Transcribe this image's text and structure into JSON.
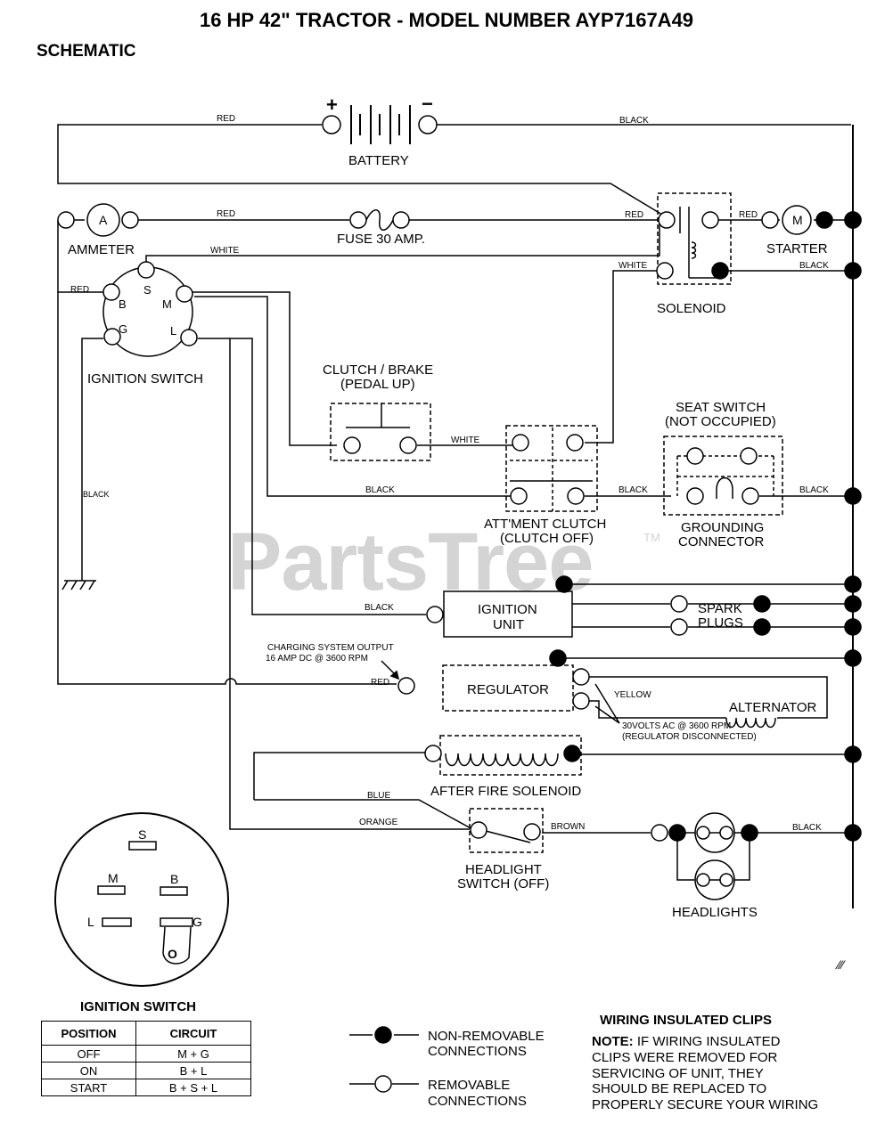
{
  "title": "16 HP 42\" TRACTOR - MODEL NUMBER AYP7167A49",
  "subtitle": "SCHEMATIC",
  "watermark": "PartsTree",
  "watermark_tm": "TM",
  "labels": {
    "battery": "BATTERY",
    "plus": "+",
    "minus": "−",
    "ammeter": "AMMETER",
    "ammeter_a": "A",
    "fuse": "FUSE 30 AMP.",
    "starter": "STARTER",
    "starter_m": "M",
    "solenoid": "SOLENOID",
    "ignition_switch": "IGNITION SWITCH",
    "term_s": "S",
    "term_b": "B",
    "term_m": "M",
    "term_g": "G",
    "term_l": "L",
    "clutch_brake_1": "CLUTCH / BRAKE",
    "clutch_brake_2": "(PEDAL UP)",
    "seat_switch_1": "SEAT SWITCH",
    "seat_switch_2": "(NOT OCCUPIED)",
    "attment_clutch_1": "ATT'MENT CLUTCH",
    "attment_clutch_2": "(CLUTCH OFF)",
    "grounding_1": "GROUNDING",
    "grounding_2": "CONNECTOR",
    "ignition_unit_1": "IGNITION",
    "ignition_unit_2": "UNIT",
    "spark_1": "SPARK",
    "spark_2": "PLUGS",
    "charging_1": "CHARGING SYSTEM OUTPUT",
    "charging_2": "16 AMP DC @ 3600 RPM",
    "regulator": "REGULATOR",
    "alternator": "ALTERNATOR",
    "alt_note_1": "30VOLTS AC @ 3600 RPM",
    "alt_note_2": "(REGULATOR DISCONNECTED)",
    "after_fire": "AFTER FIRE SOLENOID",
    "headlight_switch_1": "HEADLIGHT",
    "headlight_switch_2": "SWITCH (OFF)",
    "headlights": "HEADLIGHTS",
    "wm_mark": "⁄⁄⁄"
  },
  "wires": {
    "red_top": "RED",
    "black_top": "BLACK",
    "red_fuse": "RED",
    "red_sol": "RED",
    "red_starter": "RED",
    "white_sw": "WHITE",
    "white_sol": "WHITE",
    "black_starter": "BLACK",
    "red_b": "RED",
    "white_clutch": "WHITE",
    "black_att": "BLACK",
    "black_att2": "BLACK",
    "black_seat": "BLACK",
    "black_left": "BLACK",
    "black_ign": "BLACK",
    "red_reg": "RED",
    "yellow": "YELLOW",
    "blue": "BLUE",
    "orange": "ORANGE",
    "brown": "BROWN",
    "black_hl": "BLACK"
  },
  "switch_face": {
    "s": "S",
    "m": "M",
    "b": "B",
    "l": "L",
    "g": "G",
    "o": "O"
  },
  "position_table": {
    "title": "IGNITION SWITCH",
    "headers": [
      "POSITION",
      "CIRCUIT"
    ],
    "rows": [
      [
        "OFF",
        "M + G"
      ],
      [
        "ON",
        "B + L"
      ],
      [
        "START",
        "B + S + L"
      ]
    ]
  },
  "legend": {
    "non_removable_1": "NON-REMOVABLE",
    "non_removable_2": "CONNECTIONS",
    "removable_1": "REMOVABLE",
    "removable_2": "CONNECTIONS"
  },
  "note": {
    "heading": "WIRING INSULATED CLIPS",
    "lead": "NOTE:",
    "line1": " IF WIRING INSULATED",
    "line2": "CLIPS WERE REMOVED FOR",
    "line3": "SERVICING OF UNIT, THEY",
    "line4": "SHOULD BE REPLACED TO",
    "line5": "PROPERLY SECURE YOUR WIRING"
  }
}
